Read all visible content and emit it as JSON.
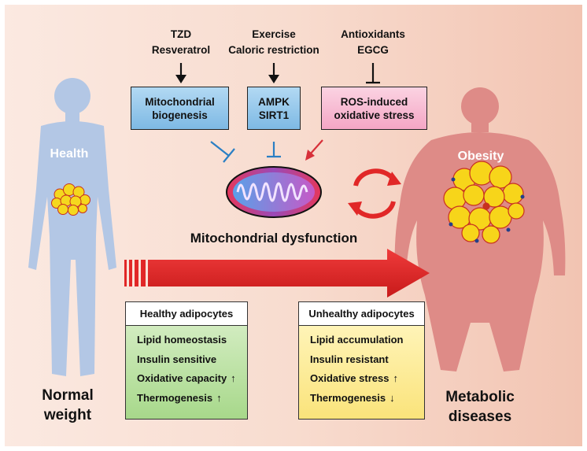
{
  "inducers": {
    "left": {
      "line1": "TZD",
      "line2": "Resveratrol"
    },
    "middle": {
      "line1": "Exercise",
      "line2": "Caloric restriction"
    },
    "right": {
      "line1": "Antioxidants",
      "line2": "EGCG"
    }
  },
  "boxes": {
    "biogenesis": {
      "line1": "Mitochondrial",
      "line2": "biogenesis"
    },
    "ampk": {
      "line1": "AMPK",
      "line2": "SIRT1"
    },
    "ros": {
      "line1": "ROS-induced",
      "line2": "oxidative stress"
    }
  },
  "figures": {
    "health_label": "Health",
    "obesity_label": "Obesity"
  },
  "center_label": "Mitochondrial dysfunction",
  "healthy_panel": {
    "title": "Healthy adipocytes",
    "items": [
      {
        "text": "Lipid homeostasis",
        "arrow": ""
      },
      {
        "text": "Insulin sensitive",
        "arrow": ""
      },
      {
        "text": "Oxidative capacity",
        "arrow": "↑"
      },
      {
        "text": "Thermogenesis",
        "arrow": "↑"
      }
    ]
  },
  "unhealthy_panel": {
    "title": "Unhealthy adipocytes",
    "items": [
      {
        "text": "Lipid accumulation",
        "arrow": ""
      },
      {
        "text": "Insulin resistant",
        "arrow": ""
      },
      {
        "text": "Oxidative stress",
        "arrow": "↑"
      },
      {
        "text": "Thermogenesis",
        "arrow": "↓"
      }
    ]
  },
  "bottom_left": {
    "line1": "Normal",
    "line2": "weight"
  },
  "bottom_right": {
    "line1": "Metabolic",
    "line2": "diseases"
  },
  "colors": {
    "blue_box": "#8ec5ea",
    "pink_box": "#f7b6d0",
    "body_blue": "#b3c7e5",
    "body_red": "#de8b87",
    "main_arrow": "#e12727",
    "blue_inhibit": "#2a7fc4",
    "red_arrow": "#d7303a"
  }
}
